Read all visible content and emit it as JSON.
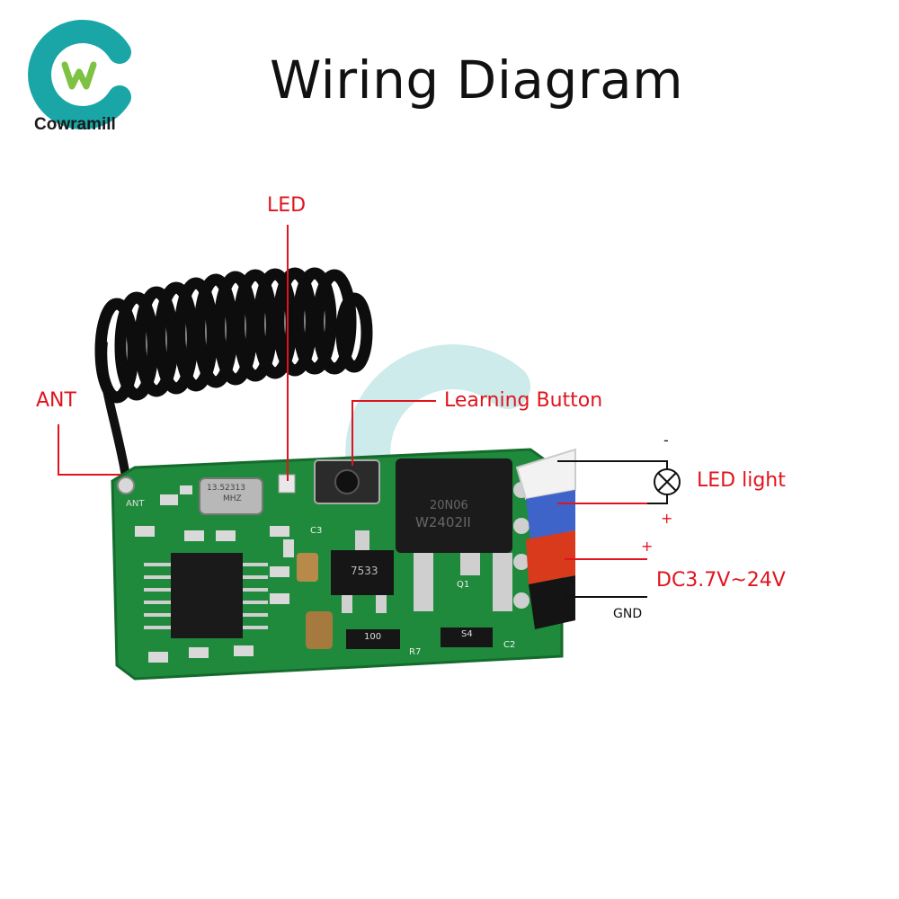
{
  "title": "Wiring Diagram",
  "brand": {
    "name": "Cowramill",
    "logo_letter": "W"
  },
  "labels": {
    "led": "LED",
    "ant": "ANT",
    "learning_button": "Learning Button",
    "led_light": "LED light",
    "power": "DC3.7V~24V",
    "gnd": "GND",
    "minus": "-",
    "plus_light": "+",
    "plus_power": "+"
  },
  "board_text": {
    "crystal": "13.52313",
    "crystal_unit": "MHZ",
    "regulator": "7533",
    "mosfet_line1": "20N06",
    "mosfet_line2": "W2402II",
    "resistor": "100",
    "ant_pad": "ANT",
    "q1": "Q1",
    "r7": "R7",
    "c2": "C2",
    "s4": "S4",
    "c3": "C3"
  },
  "colors": {
    "accent_red": "#e0141e",
    "brand_teal": "#1aa6a6",
    "brand_green": "#7dc242",
    "pcb_green": "#1f8a3c"
  }
}
